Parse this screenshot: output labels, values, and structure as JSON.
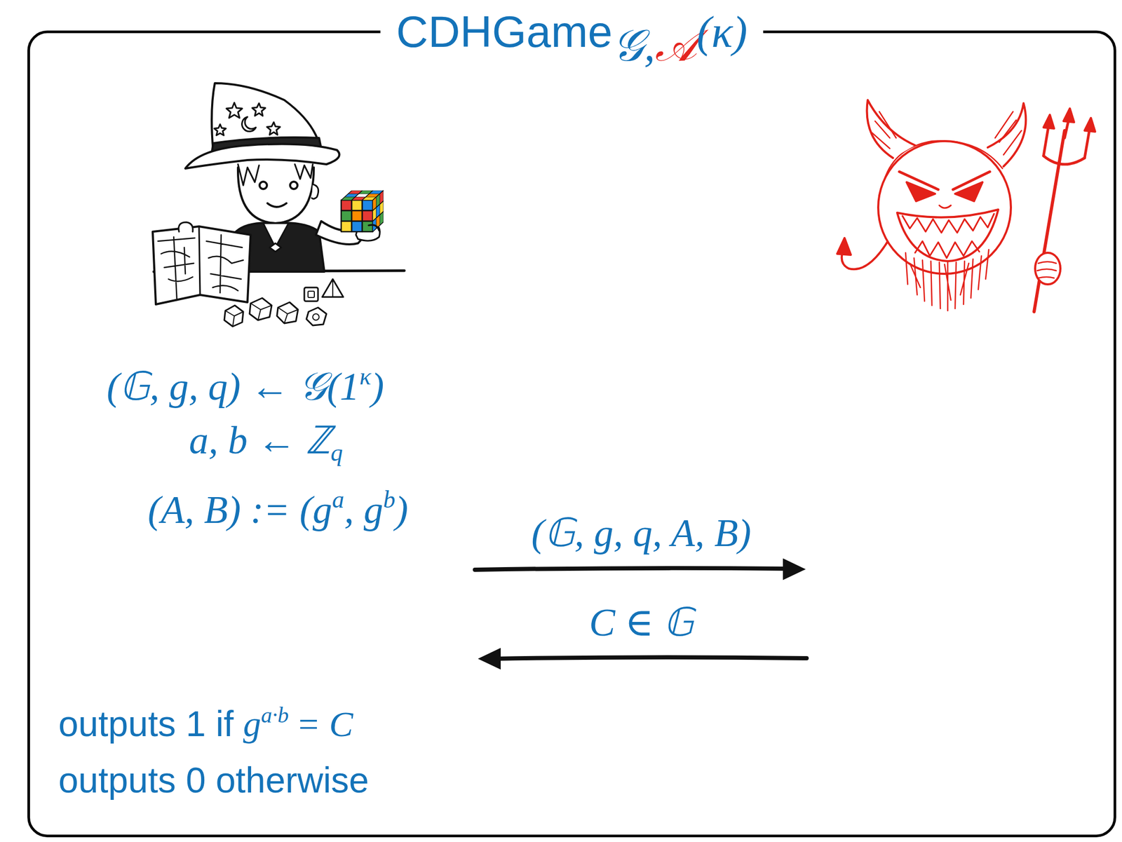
{
  "diagram": {
    "nodes": [
      {
        "text": [
          "CDHGame",
          "𝒢,",
          "𝒜",
          "(κ)"
        ]
      }
    ],
    "labels": [
      "(𝔾, g, q) ← 𝒢(1",
      "κ",
      ")",
      "a, b ← ℤ",
      "q",
      "(A, B) := (g",
      "a",
      ", g",
      "b",
      ")",
      "(𝔾, g, q, A, B)",
      "C ∈ 𝔾",
      "outputs 1 if",
      "g",
      "a·b",
      "= C",
      "outputs 0 otherwise"
    ]
  }
}
